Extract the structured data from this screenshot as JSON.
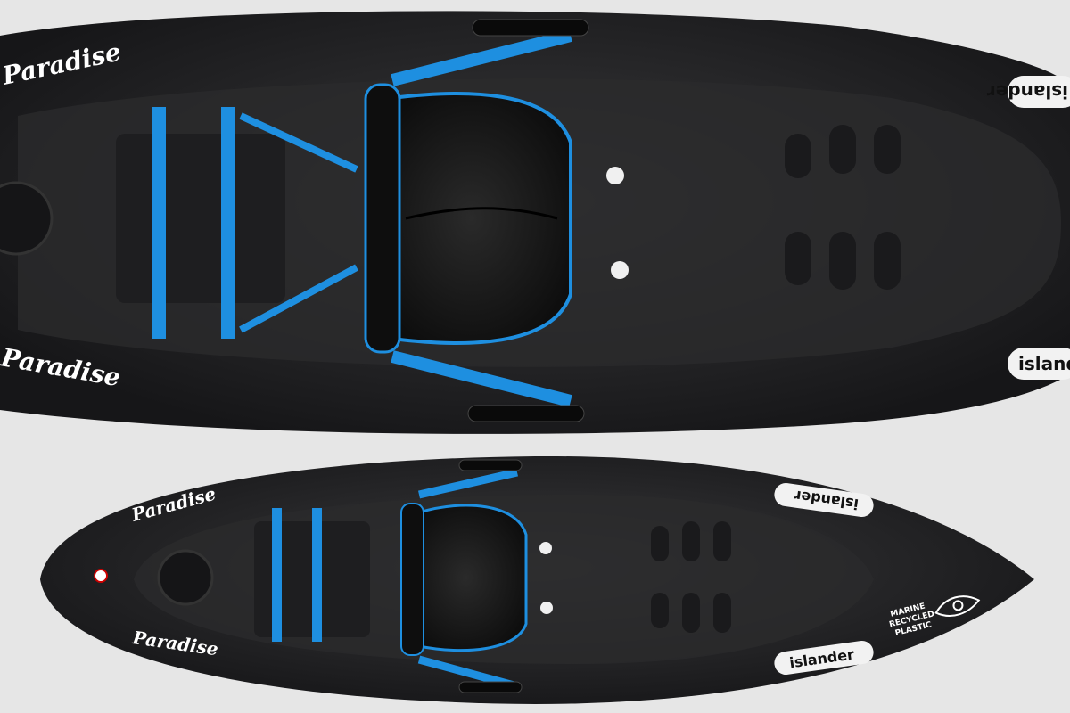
{
  "scene": {
    "background_color": "#e6e6e6",
    "hull_color": "#1c1c1e",
    "strap_color": "#1e8fe0"
  },
  "kayak_top": {
    "brand_logo": "Paradise",
    "model_logo": "islander"
  },
  "kayak_bottom": {
    "brand_logo": "Paradise",
    "model_logo": "islander",
    "recycled_badge": [
      "MARINE",
      "RECYCLED",
      "PLASTIC"
    ]
  }
}
